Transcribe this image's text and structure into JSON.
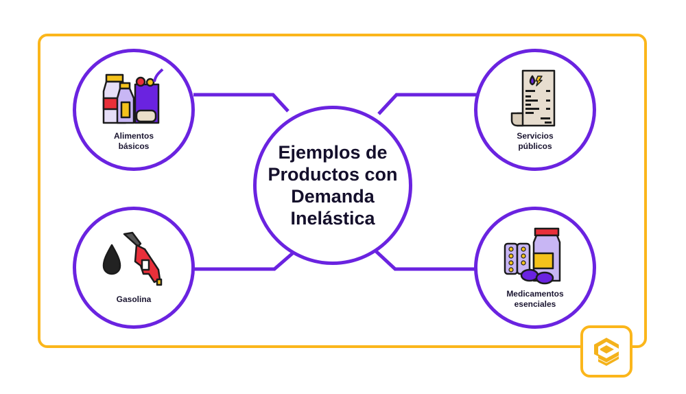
{
  "diagram": {
    "title": "Ejemplos de\nProductos con\nDemanda\nInelástica",
    "nodes": [
      {
        "id": "alimentos",
        "label": "Alimentos\nbásicos",
        "icon": "groceries-icon",
        "position": "top-left"
      },
      {
        "id": "servicios",
        "label": "Servicios\npúblicos",
        "icon": "utility-bill-icon",
        "position": "top-right"
      },
      {
        "id": "gasolina",
        "label": "Gasolina",
        "icon": "fuel-nozzle-icon",
        "position": "bottom-left"
      },
      {
        "id": "medicamentos",
        "label": "Medicamentos\nesenciales",
        "icon": "medicine-icon",
        "position": "bottom-right"
      }
    ],
    "colors": {
      "frame": "#FBB61B",
      "node_border": "#6A23E0",
      "connector": "#6A23E0",
      "text": "#140f2b"
    },
    "logo": {
      "icon": "stacked-layers-logo-icon"
    }
  }
}
